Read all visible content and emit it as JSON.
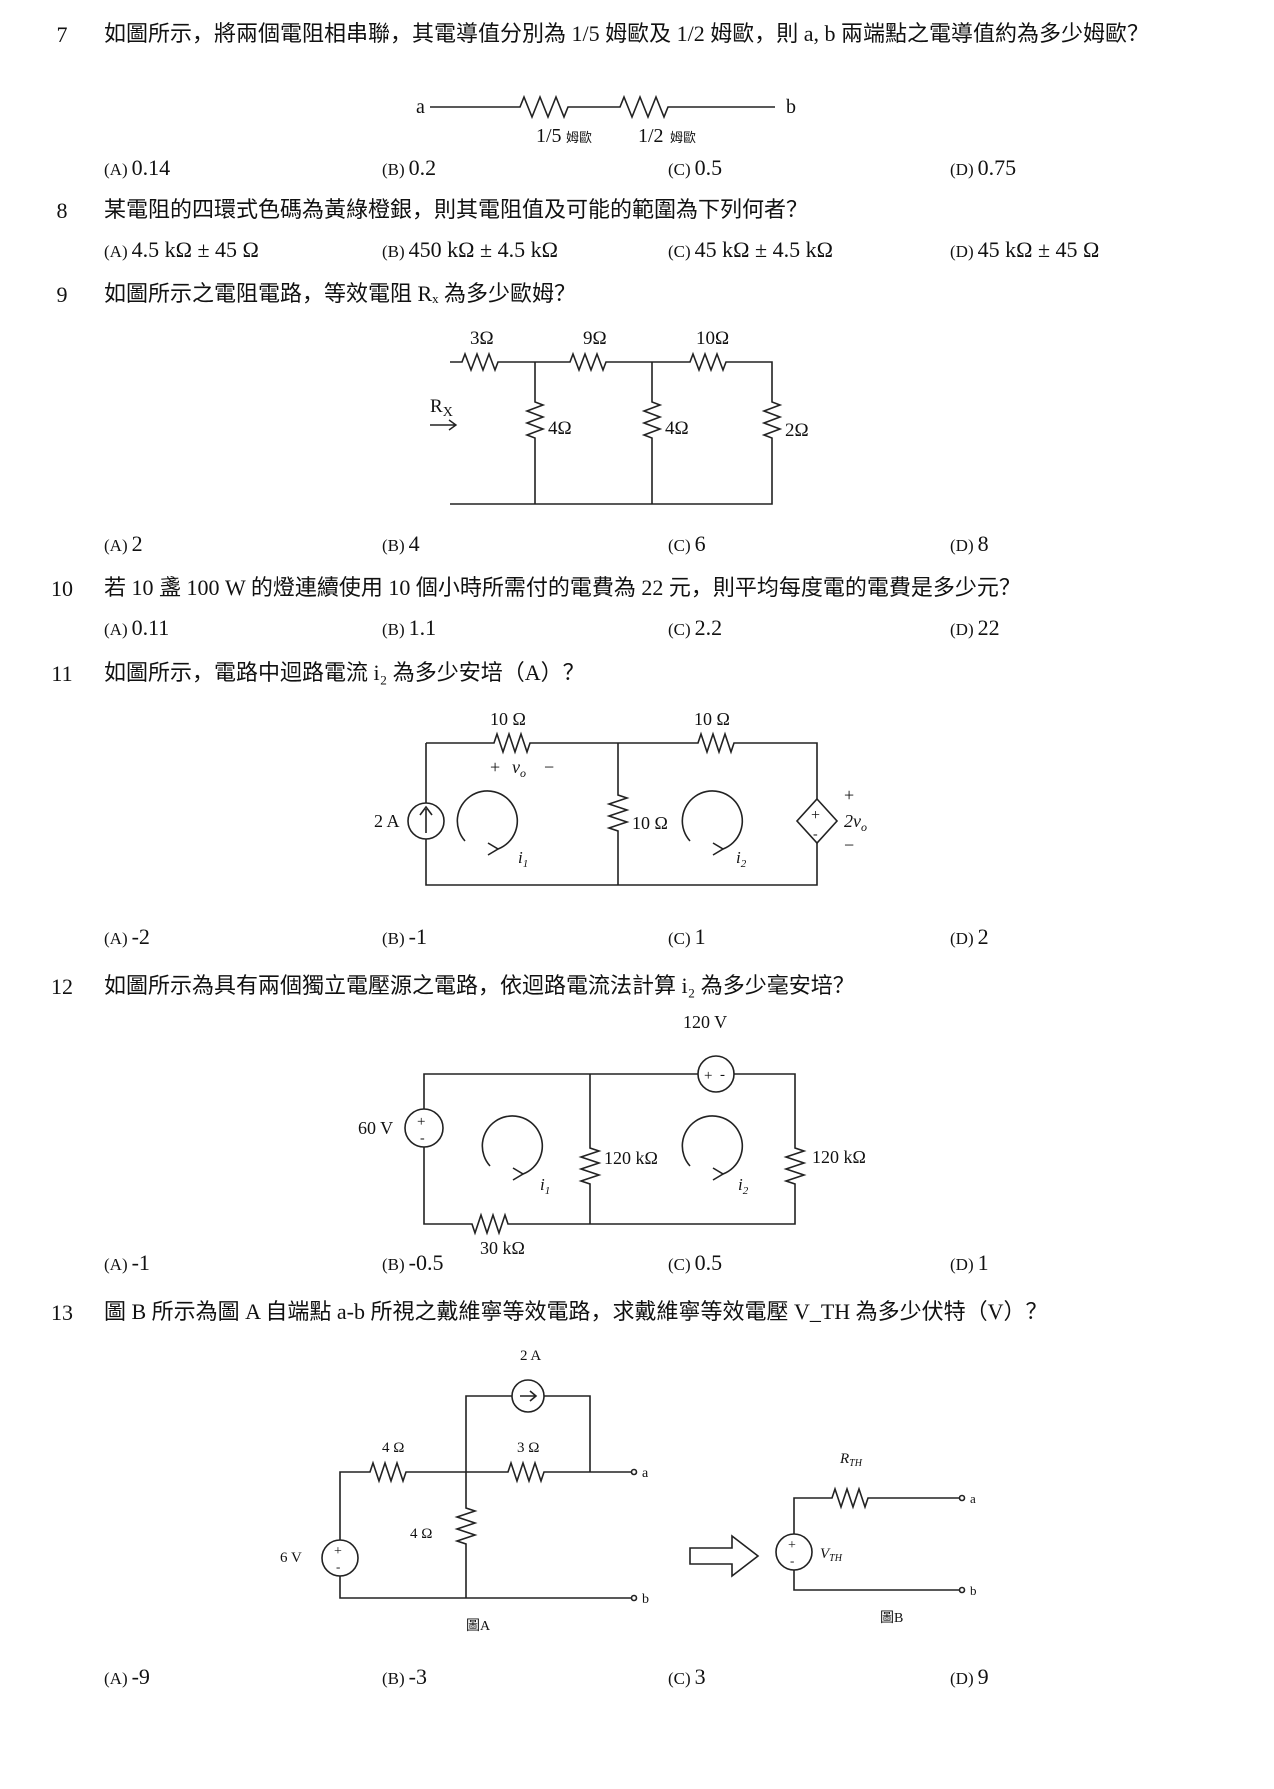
{
  "questions": [
    {
      "num": "7",
      "text": "如圖所示，將兩個電阻相串聯，其電導值分別為 1/5 姆歐及 1/2 姆歐，則 a, b 兩端點之電導值約為多少姆歐？",
      "options": [
        {
          "label": "(A)",
          "value": "0.14"
        },
        {
          "label": "(B)",
          "value": "0.2"
        },
        {
          "label": "(C)",
          "value": "0.5"
        },
        {
          "label": "(D)",
          "value": "0.75"
        }
      ]
    },
    {
      "num": "8",
      "text": "某電阻的四環式色碼為黃綠橙銀，則其電阻值及可能的範圍為下列何者？",
      "options": [
        {
          "label": "(A)",
          "value": "4.5 kΩ ± 45 Ω"
        },
        {
          "label": "(B)",
          "value": "450 kΩ ± 4.5 kΩ"
        },
        {
          "label": "(C)",
          "value": "45 kΩ ± 4.5 kΩ"
        },
        {
          "label": "(D)",
          "value": "45 kΩ ± 45 Ω"
        }
      ]
    },
    {
      "num": "9",
      "text": "如圖所示之電阻電路，等效電阻 Rₓ 為多少歐姆？",
      "options": [
        {
          "label": "(A)",
          "value": "2"
        },
        {
          "label": "(B)",
          "value": "4"
        },
        {
          "label": "(C)",
          "value": "6"
        },
        {
          "label": "(D)",
          "value": "8"
        }
      ]
    },
    {
      "num": "10",
      "text": "若 10 盞 100 W 的燈連續使用 10 個小時所需付的電費為 22 元，則平均每度電的電費是多少元？",
      "options": [
        {
          "label": "(A)",
          "value": "0.11"
        },
        {
          "label": "(B)",
          "value": "1.1"
        },
        {
          "label": "(C)",
          "value": "2.2"
        },
        {
          "label": "(D)",
          "value": "22"
        }
      ]
    },
    {
      "num": "11",
      "text": "如圖所示，電路中迴路電流 i₂ 為多少安培（A）？",
      "options": [
        {
          "label": "(A)",
          "value": "-2"
        },
        {
          "label": "(B)",
          "value": "-1"
        },
        {
          "label": "(C)",
          "value": "1"
        },
        {
          "label": "(D)",
          "value": "2"
        }
      ]
    },
    {
      "num": "12",
      "text": "如圖所示為具有兩個獨立電壓源之電路，依迴路電流法計算 i₂ 為多少毫安培？",
      "options": [
        {
          "label": "(A)",
          "value": "-1"
        },
        {
          "label": "(B)",
          "value": "-0.5"
        },
        {
          "label": "(C)",
          "value": "0.5"
        },
        {
          "label": "(D)",
          "value": "1"
        }
      ]
    },
    {
      "num": "13",
      "text": "圖 B 所示為圖 A 自端點 a-b 所視之戴維寧等效電路，求戴維寧等效電壓 V_TH 為多少伏特（V）？",
      "options": [
        {
          "label": "(A)",
          "value": "-9"
        },
        {
          "label": "(B)",
          "value": "-3"
        },
        {
          "label": "(C)",
          "value": "3"
        },
        {
          "label": "(D)",
          "value": "9"
        }
      ]
    }
  ],
  "figures": {
    "q7": {
      "node_a": "a",
      "node_b": "b",
      "r1": "1/5",
      "r1_unit": "姆歐",
      "r2": "1/2",
      "r2_unit": "姆歐"
    },
    "q9": {
      "r_top1": "3Ω",
      "r_top2": "9Ω",
      "r_top3": "10Ω",
      "r_sh1": "4Ω",
      "r_sh2": "4Ω",
      "r_sh3": "2Ω",
      "rx_label": "R",
      "rx_sub": "X"
    },
    "q11": {
      "r1": "10 Ω",
      "r2": "10 Ω",
      "r_mid": "10 Ω",
      "src": "2 A",
      "vo_plus": "+",
      "vo": "v",
      "vo_sub": "o",
      "vo_minus": "−",
      "dep_plus": "+",
      "dep": "2v",
      "dep_sub": "o",
      "dep_minus": "−",
      "mesh1": "i",
      "mesh1_sub": "1",
      "mesh2": "i",
      "mesh2_sub": "2"
    },
    "q12": {
      "v_top": "120 V",
      "v_left": "60 V",
      "r_mid": "120 kΩ",
      "r_right": "120 kΩ",
      "r_bottom": "30 kΩ",
      "mesh1": "i",
      "mesh1_sub": "1",
      "mesh2": "i",
      "mesh2_sub": "2"
    },
    "q13": {
      "cs": "2 A",
      "r1": "4 Ω",
      "r2": "3 Ω",
      "r3": "4 Ω",
      "vs": "6 V",
      "a": "a",
      "b": "b",
      "figA": "圖A",
      "rth": "R",
      "rth_sub": "TH",
      "vth": "V",
      "vth_sub": "TH",
      "a2": "a",
      "b2": "b",
      "figB": "圖B"
    }
  }
}
